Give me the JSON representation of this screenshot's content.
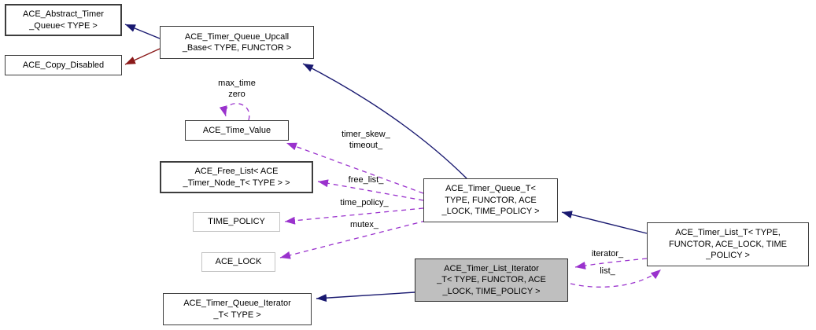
{
  "diagram_type": "class-collaboration-graph",
  "nodes": {
    "abstract_timer_queue": {
      "label": "ACE_Abstract_Timer\n_Queue< TYPE >"
    },
    "copy_disabled": {
      "label": "ACE_Copy_Disabled"
    },
    "timer_queue_upcall_base": {
      "label": "ACE_Timer_Queue_Upcall\n_Base< TYPE, FUNCTOR >"
    },
    "time_value": {
      "label": "ACE_Time_Value"
    },
    "free_list": {
      "label": "ACE_Free_List< ACE\n_Timer_Node_T< TYPE > >"
    },
    "time_policy": {
      "label": "TIME_POLICY"
    },
    "ace_lock": {
      "label": "ACE_LOCK"
    },
    "timer_queue_t": {
      "label": "ACE_Timer_Queue_T<\nTYPE, FUNCTOR, ACE\n_LOCK, TIME_POLICY >"
    },
    "timer_list_t": {
      "label": "ACE_Timer_List_T< TYPE,\nFUNCTOR, ACE_LOCK, TIME\n_POLICY >"
    },
    "timer_list_iterator_t": {
      "label": "ACE_Timer_List_Iterator\n_T< TYPE, FUNCTOR, ACE\n_LOCK, TIME_POLICY >"
    },
    "timer_queue_iterator_t": {
      "label": "ACE_Timer_Queue_Iterator\n_T< TYPE >"
    }
  },
  "edge_labels": {
    "self_loop": "max_time\nzero",
    "timer_skew": "timer_skew_\ntimeout_",
    "free_list": "free_list_",
    "time_policy": "time_policy_",
    "mutex": "mutex_",
    "iterator": "iterator_",
    "list": "list_"
  },
  "colors": {
    "inheritance": "#191970",
    "private_inheritance": "#8b1a1a",
    "usage": "#9a32cd",
    "highlight_fill": "#bfbfbf",
    "node_fill": "#ffffff",
    "node_border": "#3d3d3d",
    "param_border": "#c4c4c4",
    "text": "#000000"
  }
}
